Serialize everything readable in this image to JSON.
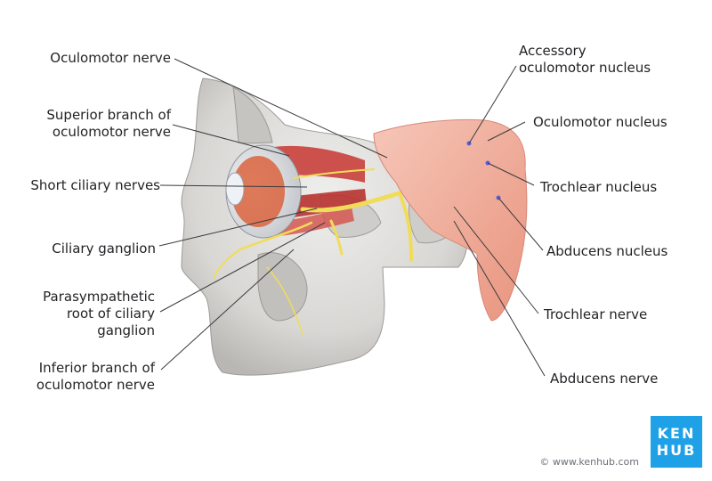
{
  "labels": {
    "oculomotor_nerve": "Oculomotor nerve",
    "superior_branch": "Superior branch of\noculomotor nerve",
    "short_ciliary": "Short ciliary nerves",
    "ciliary_ganglion": "Ciliary ganglion",
    "parasympathetic_root": "Parasympathetic\nroot of ciliary\nganglion",
    "inferior_branch": "Inferior branch of\noculomotor nerve",
    "accessory_nucleus": "Accessory\noculomotor nucleus",
    "oculomotor_nucleus": "Oculomotor nucleus",
    "trochlear_nucleus": "Trochlear nucleus",
    "abducens_nucleus": "Abducens nucleus",
    "trochlear_nerve": "Trochlear nerve",
    "abducens_nerve": "Abducens nerve"
  },
  "logo": {
    "line1": "KEN",
    "line2": "HUB"
  },
  "credit": "© www.kenhub.com",
  "colors": {
    "bone": "#d9d8d6",
    "muscle": "#c9403c",
    "nerve": "#f1dc59",
    "brainstem": "#f2b2a4",
    "brand": "#1ea1e6"
  }
}
